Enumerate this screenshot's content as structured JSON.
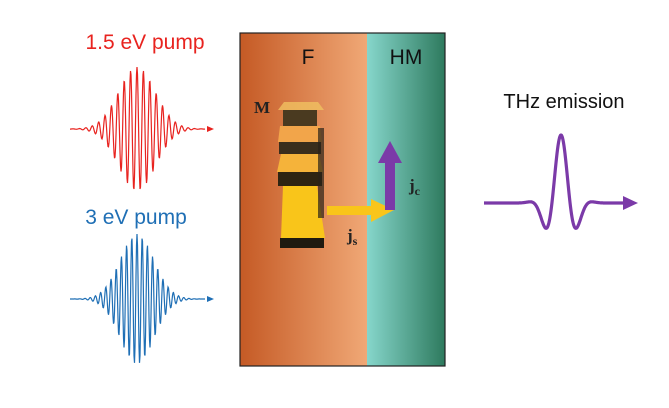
{
  "pumps": [
    {
      "label": "1.5 eV pump",
      "color": "#e8231f"
    },
    {
      "label": "3 eV pump",
      "color": "#1f6fb5"
    }
  ],
  "layers": {
    "ferromagnet": {
      "label": "F",
      "gradient": [
        "#c55a25",
        "#f0a876"
      ]
    },
    "heavy_metal": {
      "label": "HM",
      "gradient": [
        "#86d6cb",
        "#2e7a5e"
      ]
    }
  },
  "magnetization": {
    "label": "M",
    "color": "#f7c018"
  },
  "spin_current": {
    "label": "j",
    "subscript": "s",
    "color": "#f7c018"
  },
  "charge_current": {
    "label": "j",
    "subscript": "c",
    "color": "#7b3aa8"
  },
  "emission": {
    "label": "THz emission",
    "color": "#7b3aa8"
  }
}
